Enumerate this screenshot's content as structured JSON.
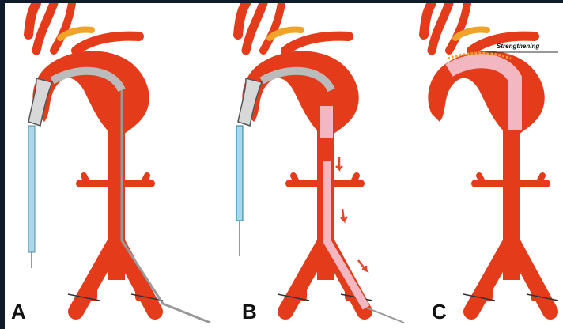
{
  "panels": [
    {
      "label": "A"
    },
    {
      "label": "B"
    },
    {
      "label": "C"
    }
  ],
  "annotation": {
    "text": "Strengthening"
  },
  "colors": {
    "aorta": "#e43c1a",
    "aorta_outline": "#8a1b08",
    "branch_orange": "#f0a32a",
    "stent_graft": "#f2b7c0",
    "sheath": "#a8d8ea",
    "wire": "#777777",
    "arrow": "#e8452a"
  },
  "icons": [
    "aorta-illustration",
    "stent-graft",
    "delivery-sheath",
    "guidewire",
    "direction-arrow"
  ]
}
